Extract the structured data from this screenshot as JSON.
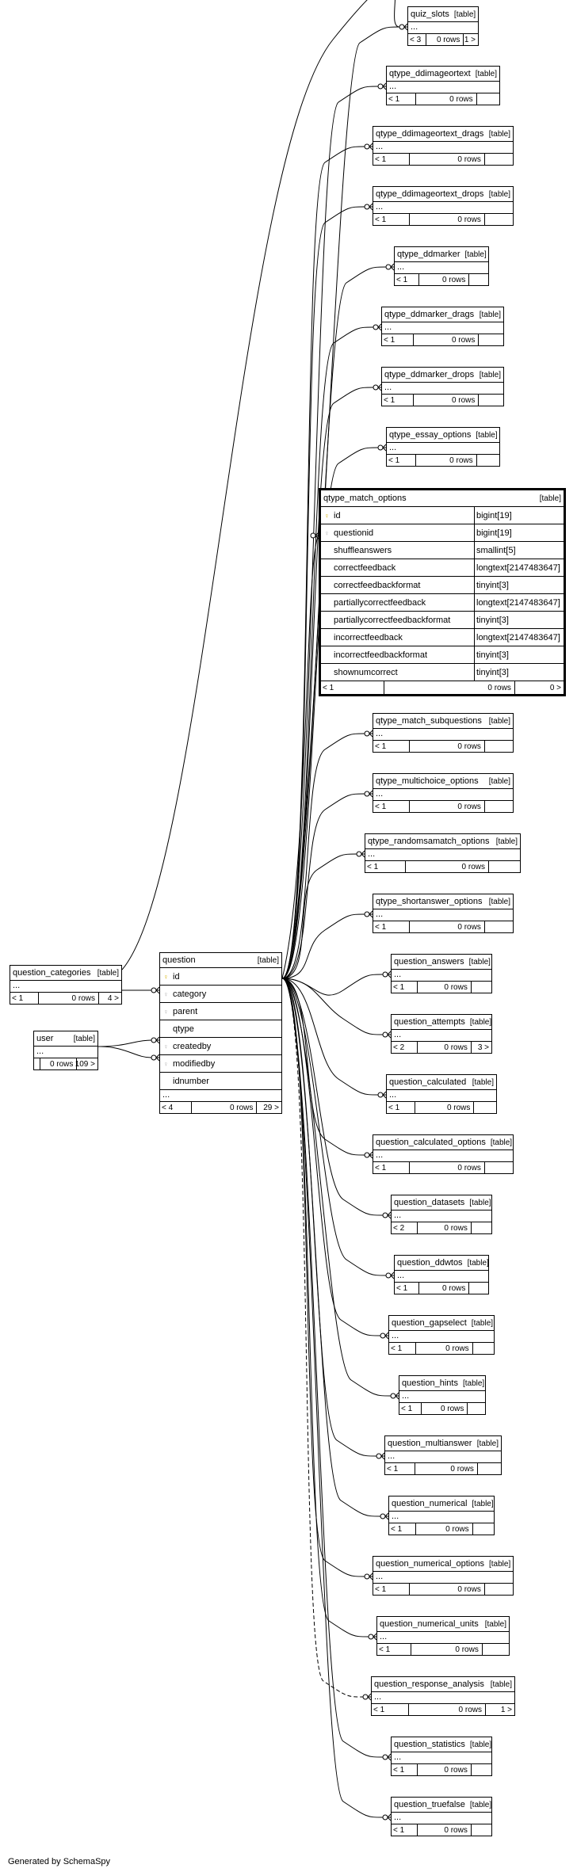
{
  "footer_credit": "Generated by SchemaSpy",
  "table_type": "[table]",
  "ellipsis": "...",
  "central": {
    "name": "question",
    "columns": [
      "id",
      "category",
      "parent",
      "qtype",
      "createdby",
      "modifiedby",
      "idnumber"
    ],
    "footer": [
      "< 4",
      "0 rows",
      "29 >"
    ]
  },
  "selected": {
    "name": "qtype_match_options",
    "columns": [
      {
        "name": "id",
        "type": "bigint[19]"
      },
      {
        "name": "questionid",
        "type": "bigint[19]"
      },
      {
        "name": "shuffleanswers",
        "type": "smallint[5]"
      },
      {
        "name": "correctfeedback",
        "type": "longtext[2147483647]"
      },
      {
        "name": "correctfeedbackformat",
        "type": "tinyint[3]"
      },
      {
        "name": "partiallycorrectfeedback",
        "type": "longtext[2147483647]"
      },
      {
        "name": "partiallycorrectfeedbackformat",
        "type": "tinyint[3]"
      },
      {
        "name": "incorrectfeedback",
        "type": "longtext[2147483647]"
      },
      {
        "name": "incorrectfeedbackformat",
        "type": "tinyint[3]"
      },
      {
        "name": "shownumcorrect",
        "type": "tinyint[3]"
      }
    ],
    "footer": [
      "< 1",
      "0 rows",
      "0 >"
    ]
  },
  "question_categories": {
    "name": "question_categories",
    "footer": [
      "< 1",
      "0 rows",
      "4 >"
    ]
  },
  "user": {
    "name": "user",
    "footer": [
      "",
      "0 rows",
      "109 >"
    ]
  },
  "children": [
    {
      "name": "quiz_slots",
      "footer": [
        "< 3",
        "0 rows",
        "1 >"
      ]
    },
    {
      "name": "qtype_ddimageortext",
      "footer": [
        "< 1",
        "0 rows",
        ""
      ]
    },
    {
      "name": "qtype_ddimageortext_drags",
      "footer": [
        "< 1",
        "0 rows",
        ""
      ]
    },
    {
      "name": "qtype_ddimageortext_drops",
      "footer": [
        "< 1",
        "0 rows",
        ""
      ]
    },
    {
      "name": "qtype_ddmarker",
      "footer": [
        "< 1",
        "0 rows",
        ""
      ]
    },
    {
      "name": "qtype_ddmarker_drags",
      "footer": [
        "< 1",
        "0 rows",
        ""
      ]
    },
    {
      "name": "qtype_ddmarker_drops",
      "footer": [
        "< 1",
        "0 rows",
        ""
      ]
    },
    {
      "name": "qtype_essay_options",
      "footer": [
        "< 1",
        "0 rows",
        ""
      ]
    },
    {
      "name": "qtype_match_subquestions",
      "footer": [
        "< 1",
        "0 rows",
        ""
      ]
    },
    {
      "name": "qtype_multichoice_options",
      "footer": [
        "< 1",
        "0 rows",
        ""
      ]
    },
    {
      "name": "qtype_randomsamatch_options",
      "footer": [
        "< 1",
        "0 rows",
        ""
      ]
    },
    {
      "name": "qtype_shortanswer_options",
      "footer": [
        "< 1",
        "0 rows",
        ""
      ]
    },
    {
      "name": "question_answers",
      "footer": [
        "< 1",
        "0 rows",
        ""
      ]
    },
    {
      "name": "question_attempts",
      "footer": [
        "< 2",
        "0 rows",
        "3 >"
      ]
    },
    {
      "name": "question_calculated",
      "footer": [
        "< 1",
        "0 rows",
        ""
      ]
    },
    {
      "name": "question_calculated_options",
      "footer": [
        "< 1",
        "0 rows",
        ""
      ]
    },
    {
      "name": "question_datasets",
      "footer": [
        "< 2",
        "0 rows",
        ""
      ]
    },
    {
      "name": "question_ddwtos",
      "footer": [
        "< 1",
        "0 rows",
        ""
      ]
    },
    {
      "name": "question_gapselect",
      "footer": [
        "< 1",
        "0 rows",
        ""
      ]
    },
    {
      "name": "question_hints",
      "footer": [
        "< 1",
        "0 rows",
        ""
      ]
    },
    {
      "name": "question_multianswer",
      "footer": [
        "< 1",
        "0 rows",
        ""
      ]
    },
    {
      "name": "question_numerical",
      "footer": [
        "< 1",
        "0 rows",
        ""
      ]
    },
    {
      "name": "question_numerical_options",
      "footer": [
        "< 1",
        "0 rows",
        ""
      ]
    },
    {
      "name": "question_numerical_units",
      "footer": [
        "< 1",
        "0 rows",
        ""
      ]
    },
    {
      "name": "question_response_analysis",
      "footer": [
        "< 1",
        "0 rows",
        "1 >"
      ]
    },
    {
      "name": "question_statistics",
      "footer": [
        "< 1",
        "0 rows",
        ""
      ]
    },
    {
      "name": "question_truefalse",
      "footer": [
        "< 1",
        "0 rows",
        ""
      ]
    }
  ]
}
